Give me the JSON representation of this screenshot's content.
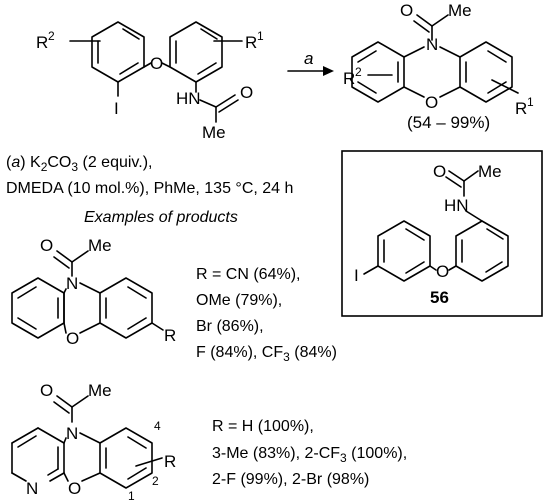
{
  "reaction": {
    "arrow_label": "a",
    "reactant": {
      "r2": "R",
      "r2_sup": "2",
      "r1": "R",
      "r1_sup": "1",
      "o": "O",
      "i": "I",
      "hn": "HN",
      "o2": "O",
      "me": "Me"
    },
    "product": {
      "o": "O",
      "me": "Me",
      "n": "N",
      "ring_o": "O",
      "r2": "R",
      "r2_sup": "2",
      "r1": "R",
      "r1_sup": "1",
      "yield": "(54 – 99%)"
    }
  },
  "conditions": {
    "line1_a": "(",
    "line1_b": "a",
    "line1_c": ") K",
    "line1_sub": "2",
    "line1_d": "CO",
    "line1_sub2": "3",
    "line1_e": " (2 equiv.),",
    "line2": "DMEDA (10 mol.%), PhMe, 135 °C, 24 h"
  },
  "examples_heading": "Examples of products",
  "compound_56": {
    "o": "O",
    "me": "Me",
    "hn": "HN",
    "i": "I",
    "ring_o": "O",
    "label": "56"
  },
  "example1": {
    "o": "O",
    "me": "Me",
    "n": "N",
    "ring_o": "O",
    "r": "R",
    "line1": "R = CN (64%),",
    "line2": "OMe (79%),",
    "line3": "Br (86%),",
    "line4_a": "F (84%), CF",
    "line4_sub": "3",
    "line4_b": " (84%)"
  },
  "example2": {
    "o": "O",
    "me": "Me",
    "n": "N",
    "n_py": "N",
    "ring_o": "O",
    "r": "R",
    "pos4": "4",
    "pos2": "2",
    "pos1": "1",
    "line1": "R = H (100%),",
    "line2_a": "3-Me (83%), 2-CF",
    "line2_sub": "3",
    "line2_b": " (100%),",
    "line3": "2-F (99%), 2-Br (98%)"
  }
}
